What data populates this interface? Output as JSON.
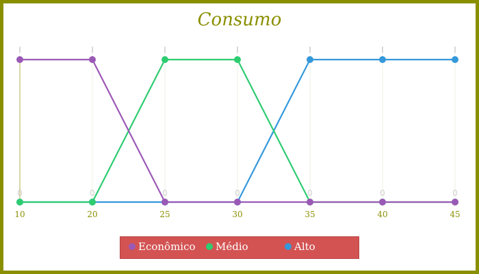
{
  "chart_data": {
    "type": "line",
    "title": "Consumo",
    "x": [
      10,
      20,
      25,
      30,
      35,
      40,
      45
    ],
    "series": [
      {
        "name": "Econômico",
        "color": "#9b59b6",
        "values": [
          1,
          1,
          0,
          0,
          0,
          0,
          0
        ]
      },
      {
        "name": "Médio",
        "color": "#2ecc71",
        "values": [
          0,
          0,
          1,
          1,
          0,
          0,
          0
        ]
      },
      {
        "name": "Alto",
        "color": "#3498db",
        "values": [
          0,
          0,
          0,
          0,
          1,
          1,
          1
        ]
      }
    ],
    "point_labels": [
      "0",
      "0",
      "0",
      "0",
      "0",
      "0",
      "0"
    ],
    "ylim": [
      0,
      1
    ],
    "grid": true,
    "legend_position": "bottom-center",
    "colors": {
      "frame": "#8a8f00",
      "legend_background": "#d35353",
      "axis_text": "#8a8f00"
    }
  }
}
